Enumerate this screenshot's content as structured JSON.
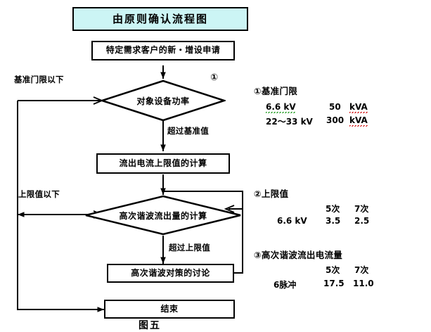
{
  "figure": {
    "title": "由原则确认流程图",
    "caption": "图五"
  },
  "nodes": {
    "start": "特定需求客户的新・增设申请",
    "decision1": "对象设备功率",
    "process1": "流出电流上限值的计算",
    "decision2": "高次谐波流出量的计算",
    "process2": "高次谐波对策的讨论",
    "end": "结束"
  },
  "edges": {
    "below_base_threshold": "基准门限以下",
    "over_base_value": "超过基准值",
    "below_upper_limit": "上限值以下",
    "over_upper_limit": "超过上限值"
  },
  "markers": {
    "decision1_ref": "①"
  },
  "legend": {
    "section1": {
      "heading": "①基准门限",
      "rows": [
        {
          "voltage": "6.6  kV",
          "value": "50",
          "unit": "kVA"
        },
        {
          "voltage": "22～33 kV",
          "value": "300",
          "unit": "kVA"
        }
      ]
    },
    "section2": {
      "heading": "②上限值",
      "columns": [
        "5次",
        "7次"
      ],
      "rows": [
        {
          "label": "6.6 kV",
          "c1": "3.5",
          "c2": "2.5"
        }
      ]
    },
    "section3": {
      "heading": "③高次谐波流出电流量",
      "columns": [
        "5次",
        "7次"
      ],
      "rows": [
        {
          "label": "6脉冲",
          "c1": "17.5",
          "c2": "11.0"
        }
      ]
    }
  },
  "colors": {
    "title_fill": "#ccf5f5",
    "line": "#000000",
    "node_fill": "#ffffff",
    "spell_error": "#d01010",
    "grammar_error": "#1a9a1a"
  }
}
